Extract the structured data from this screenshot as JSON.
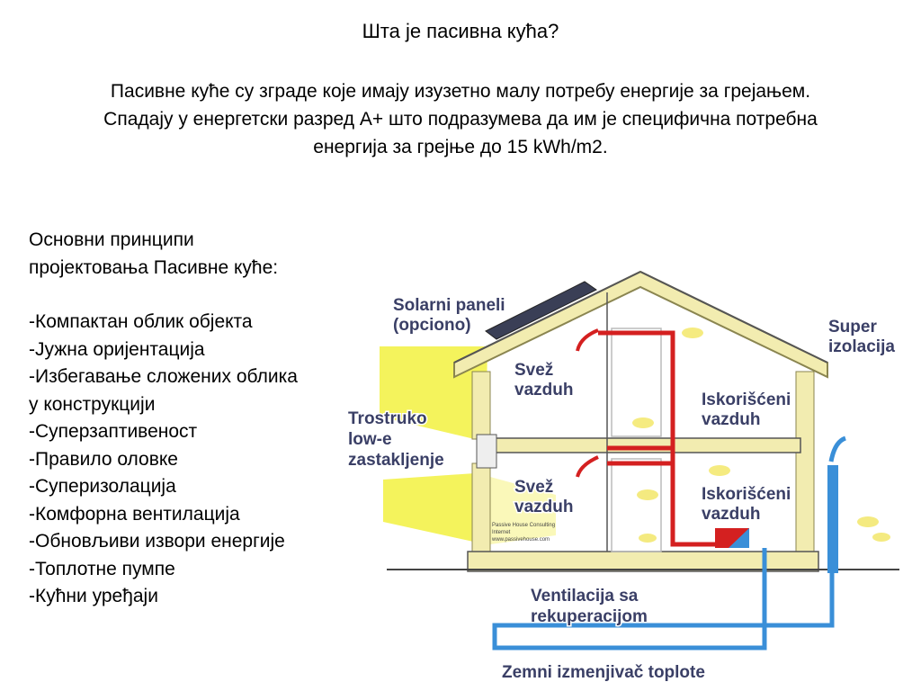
{
  "title": "Шта је пасивна кућа?",
  "intro": [
    "Пасивне куће су зграде које имају изузетно малу потребу енергије за грејањем.",
    "Спадају у енергетски разред А+ што подразумева да им је специфична потребна",
    "енергија за грејње до 15 kWh/m2."
  ],
  "principles_heading": [
    "Основни принципи",
    "пројектовања Пасивне куће:"
  ],
  "principles": [
    "-Компактан облик објекта",
    "-Јужна оријентација",
    "-Избегавање сложених облика",
    "у конструкцији",
    "-Суперзаптивеност",
    "-Правило оловке",
    "-Суперизолација",
    "-Комфорна вентилација",
    "-Обновљиви извори енергије",
    "-Топлотне пумпе",
    "-Кућни уређаји"
  ],
  "diagram_labels": {
    "solar": [
      "Solarni paneli",
      "(opciono)"
    ],
    "super_insulation": [
      "Super",
      "izolacija"
    ],
    "fresh_air_upper": [
      "Svež",
      "vazduh"
    ],
    "fresh_air_lower": [
      "Svež",
      "vazduh"
    ],
    "used_air_upper": [
      "Iskorišćeni",
      "vazduh"
    ],
    "used_air_lower": [
      "Iskorišćeni",
      "vazduh"
    ],
    "glazing": [
      "Trostruko",
      "low-e",
      "zastakljenje"
    ],
    "ventilation": [
      "Ventilacija sa",
      "rekuperacijom"
    ],
    "ground_exchanger": "Zemni izmenjivač toplote",
    "watermark": [
      "Passive House Consulting",
      "Internet",
      "www.passivehouse.com"
    ]
  },
  "colors": {
    "insulation": "#f2ecb0",
    "sunlight": "#f3f24a",
    "warm_air_duct": "#d42020",
    "cold_air_duct": "#3a8fd8",
    "label_text": "#3a3f66"
  }
}
